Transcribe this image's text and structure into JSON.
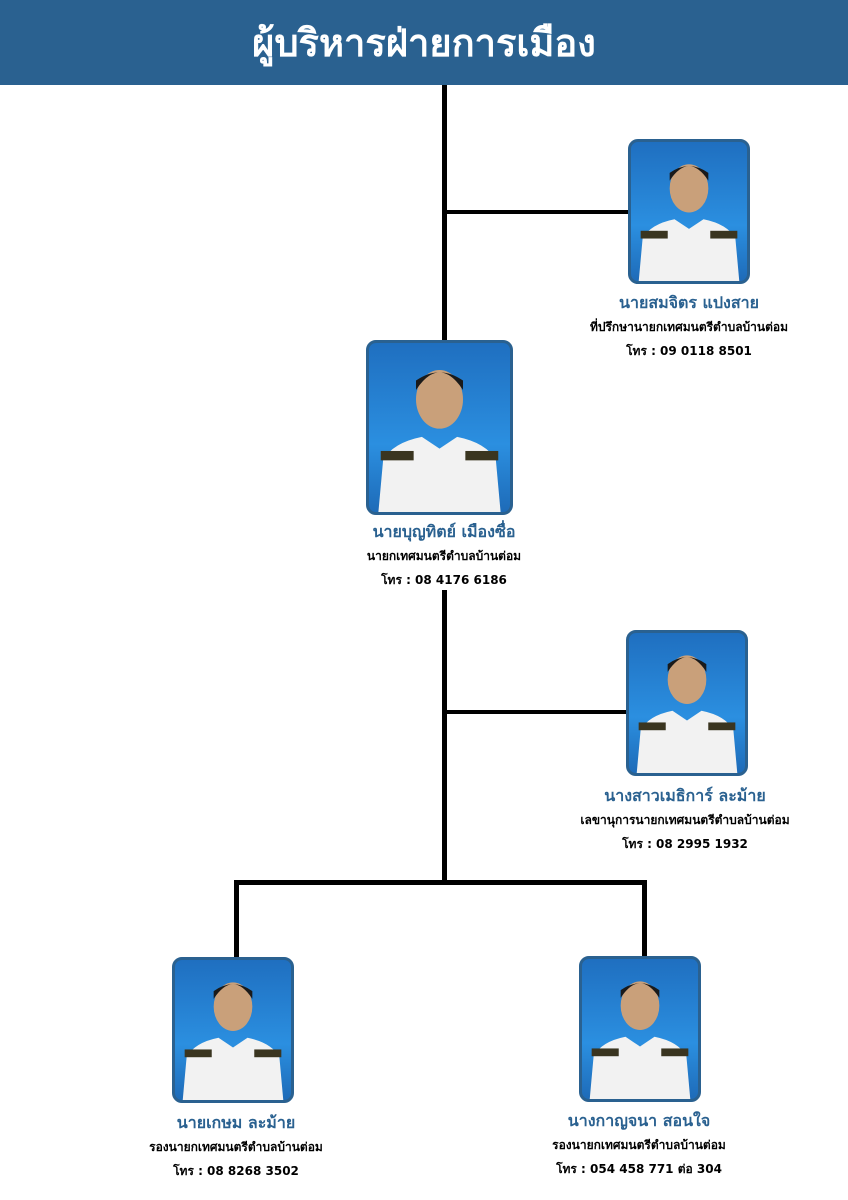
{
  "header": {
    "title": "ผู้บริหารฝ่ายการเมือง"
  },
  "people": [
    {
      "name": "นายสมจิตร แปงสาย",
      "role": "ที่ปรึกษานายกเทศมนตรีตำบลบ้านต่อม",
      "phone": "โทร : 09 0118 8501"
    },
    {
      "name": "นายบุญทิตย์ เมืองซื่อ",
      "role": "นายกเทศมนตรีตำบลบ้านต่อม",
      "phone": "โทร : 08 4176 6186"
    },
    {
      "name": "นางสาวเมธิการ์ ละม้าย",
      "role": "เลขานุการนายกเทศมนตรีตำบลบ้านต่อม",
      "phone": "โทร : 08 2995 1932"
    },
    {
      "name": "นายเกษม ละม้าย",
      "role": "รองนายกเทศมนตรีตำบลบ้านต่อม",
      "phone": "โทร : 08 8268 3502"
    },
    {
      "name": "นางกาญจนา สอนใจ",
      "role": "รองนายกเทศมนตรีตำบลบ้านต่อม",
      "phone": "โทร : 054 458 771 ต่อ 304"
    }
  ]
}
